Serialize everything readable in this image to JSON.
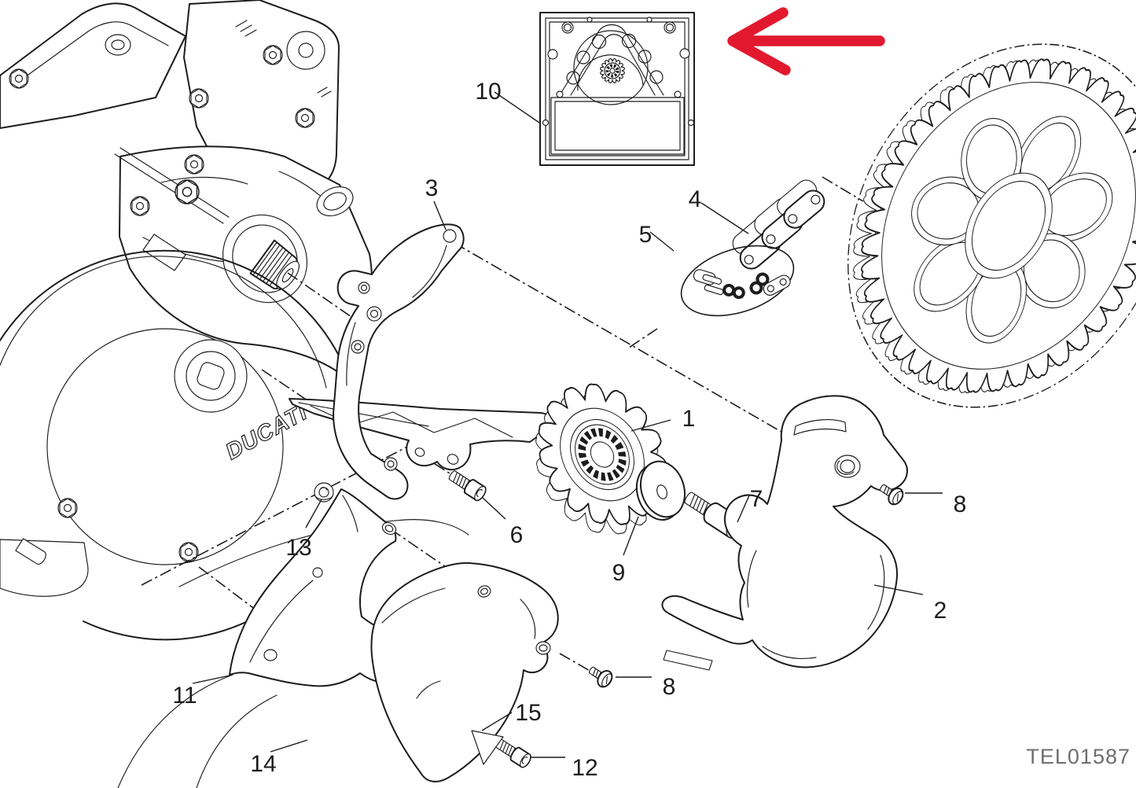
{
  "figure": {
    "code": "TEL01587",
    "engine_logo": "DUCATI"
  },
  "colors": {
    "line": "#1c1c1c",
    "accent_red": "#e2192e",
    "code_gray": "#6d6e70"
  },
  "callouts": [
    {
      "number": "1"
    },
    {
      "number": "2"
    },
    {
      "number": "3"
    },
    {
      "number": "4"
    },
    {
      "number": "5"
    },
    {
      "number": "6"
    },
    {
      "number": "7"
    },
    {
      "number": "8"
    },
    {
      "number": "8"
    },
    {
      "number": "9"
    },
    {
      "number": "10"
    },
    {
      "number": "11"
    },
    {
      "number": "12"
    },
    {
      "number": "13"
    },
    {
      "number": "14"
    },
    {
      "number": "15"
    }
  ]
}
